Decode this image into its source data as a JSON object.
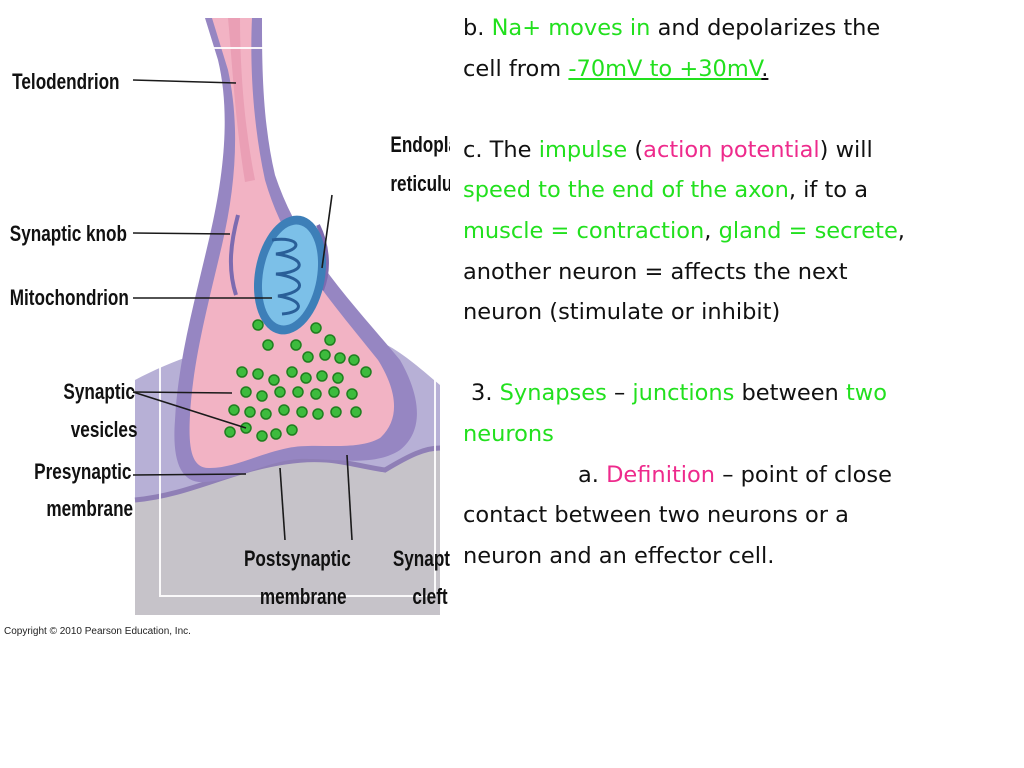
{
  "figure": {
    "labels": {
      "telodendrion": "Telodendrion",
      "er_line1": "Endoplasmic",
      "er_line2": "reticulum",
      "synaptic_knob": "Synaptic knob",
      "mitochondrion": "Mitochondrion",
      "vesicles_line1": "Synaptic",
      "vesicles_line2": "vesicles",
      "presynaptic_line1": "Presynaptic",
      "presynaptic_line2": "membrane",
      "postsynaptic_line1": "Postsynaptic",
      "postsynaptic_line2": "membrane",
      "cleft_line1": "Synaptic",
      "cleft_line2": "cleft"
    },
    "copyright": "Copyright © 2010 Pearson Education, Inc.",
    "colors": {
      "background_purple": "#b7b0d6",
      "postsynaptic_gray": "#c6c3c9",
      "knob_purple": "#9686c2",
      "cytoplasm_pink": "#f2b3c4",
      "mitochondrion_blue": "#4a9ad0",
      "vesicle_green": "#3dbb3d"
    }
  },
  "text": {
    "b_prefix": "b. ",
    "b_green": "Na+ moves in",
    "b_mid": " and depolarizes the",
    "b_line2": "cell from ",
    "b_range": "-70mV to +30mV",
    "b_end": ".",
    "c_prefix": "c. The ",
    "c_impulse": "impulse",
    "c_open": " (",
    "c_action": "action potential",
    "c_close": ") will",
    "c_speed": "speed to the end of the axon",
    "c_mid": ", if to a",
    "c_muscle": "muscle = contraction",
    "c_comma1": ", ",
    "c_gland": "gland = secrete",
    "c_comma2": ",",
    "c_line4": "another neuron = affects the next",
    "c_line5": "neuron (stimulate or inhibit)",
    "s3_prefix": "3. ",
    "s3_synapses": "Synapses",
    "s3_dash": " – ",
    "s3_junctions": "junctions",
    "s3_between": " between ",
    "s3_two": "two",
    "s3_neurons": "neurons",
    "a_prefix": "a. ",
    "a_definition": "Definition",
    "a_rest": " – point of close",
    "a_line2": "contact between two neurons or a",
    "a_line3": "neuron and an effector cell."
  }
}
